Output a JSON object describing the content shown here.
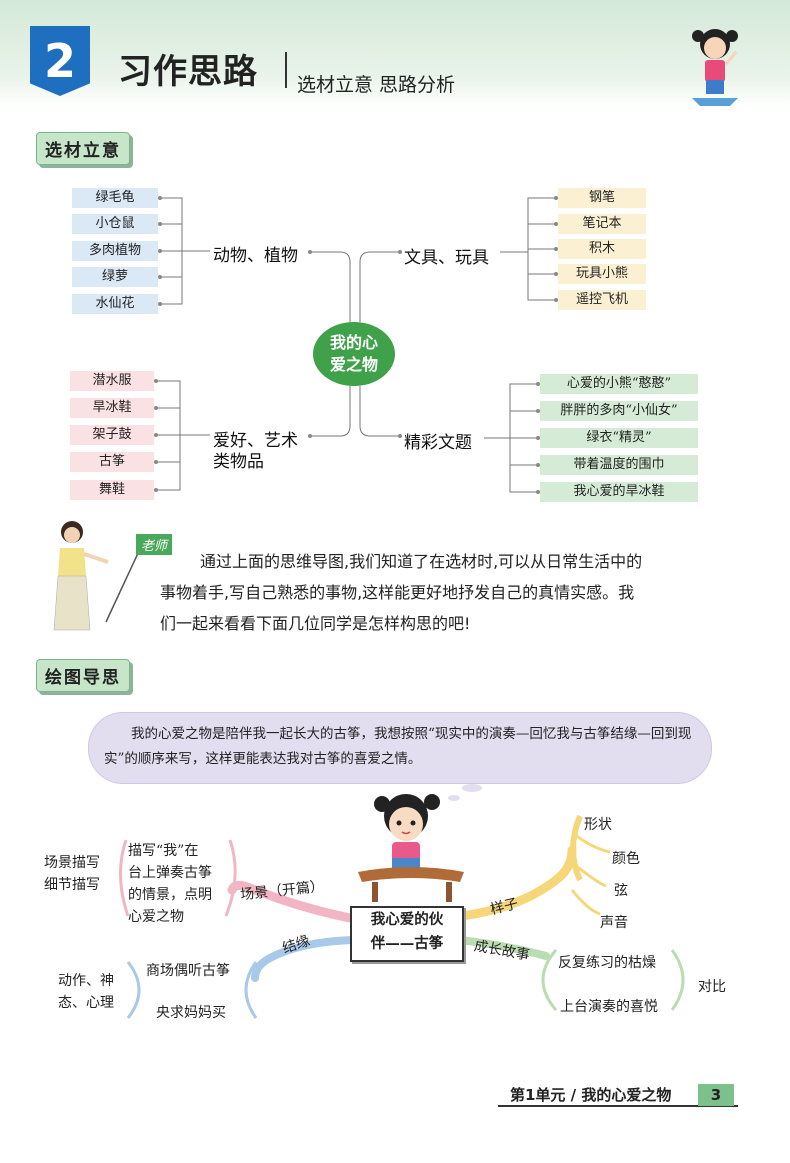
{
  "header": {
    "chapter_number": "2",
    "title": "习作思路",
    "subtitle": "选材立意  思路分析"
  },
  "section1": {
    "tag": "选材立意",
    "center": [
      "我的心",
      "爱之物"
    ],
    "branches": {
      "top_left": {
        "label": "动物、植物",
        "items": [
          "绿毛龟",
          "小仓鼠",
          "多肉植物",
          "绿萝",
          "水仙花"
        ]
      },
      "top_right": {
        "label": "文具、玩具",
        "items": [
          "钢笔",
          "笔记本",
          "积木",
          "玩具小熊",
          "遥控飞机"
        ]
      },
      "bottom_left": {
        "label_line1": "爱好、艺术",
        "label_line2": "类物品",
        "items": [
          "潜水服",
          "旱冰鞋",
          "架子鼓",
          "古筝",
          "舞鞋"
        ]
      },
      "bottom_right": {
        "label": "精彩文题",
        "items": [
          "心爱的小熊“憨憨”",
          "胖胖的多肉“小仙女”",
          "绿衣“精灵”",
          "带着温度的围巾",
          "我心爱的旱冰鞋"
        ]
      }
    }
  },
  "teacher": {
    "label": "老师",
    "lines": [
      "通过上面的思维导图,我们知道了在选材时,可以从日常生活中的",
      "事物着手,写自己熟悉的事物,这样能更好地抒发自己的真情实感。我",
      "们一起来看看下面几位同学是怎样构思的吧!"
    ]
  },
  "section2": {
    "tag": "绘图导思",
    "bubble_text": "我的心爱之物是陪伴我一起长大的古筝，我想按照“现实中的演奏—回忆我与古筝结缘—回到现实”的顺序来写，这样更能表达我对古筝的喜爱之情。",
    "central": [
      "我心爱的伙",
      "伴——古筝"
    ],
    "scene": {
      "branch_label": "场景（开篇）",
      "detail_lines": [
        "描写“我”在",
        "台上弹奏古筝",
        "的情景，点明",
        "心爱之物"
      ],
      "side_lines": [
        "场景描写",
        "细节描写"
      ]
    },
    "origin": {
      "branch_label": "结缘",
      "items": [
        "商场偶听古筝",
        "央求妈妈买"
      ],
      "side_lines": [
        "动作、神",
        "态、心理"
      ]
    },
    "appearance": {
      "branch_label": "样子",
      "items": [
        "形状",
        "颜色",
        "弦",
        "声音"
      ]
    },
    "growth": {
      "branch_label": "成长故事",
      "items": [
        "反复练习的枯燥",
        "上台演奏的喜悦"
      ],
      "side": "对比"
    }
  },
  "footer": {
    "unit": "第1单元 / 我的心爱之物",
    "page": "3"
  },
  "colors": {
    "header_green": "#d4e9d8",
    "badge_blue": "#1f6fc1",
    "center_green": "#3fa14a",
    "pink_branch": "#f2b5c4",
    "yellow_branch": "#f5d77a",
    "green_branch": "#b9dcb0",
    "blue_branch": "#a9c9e8"
  }
}
